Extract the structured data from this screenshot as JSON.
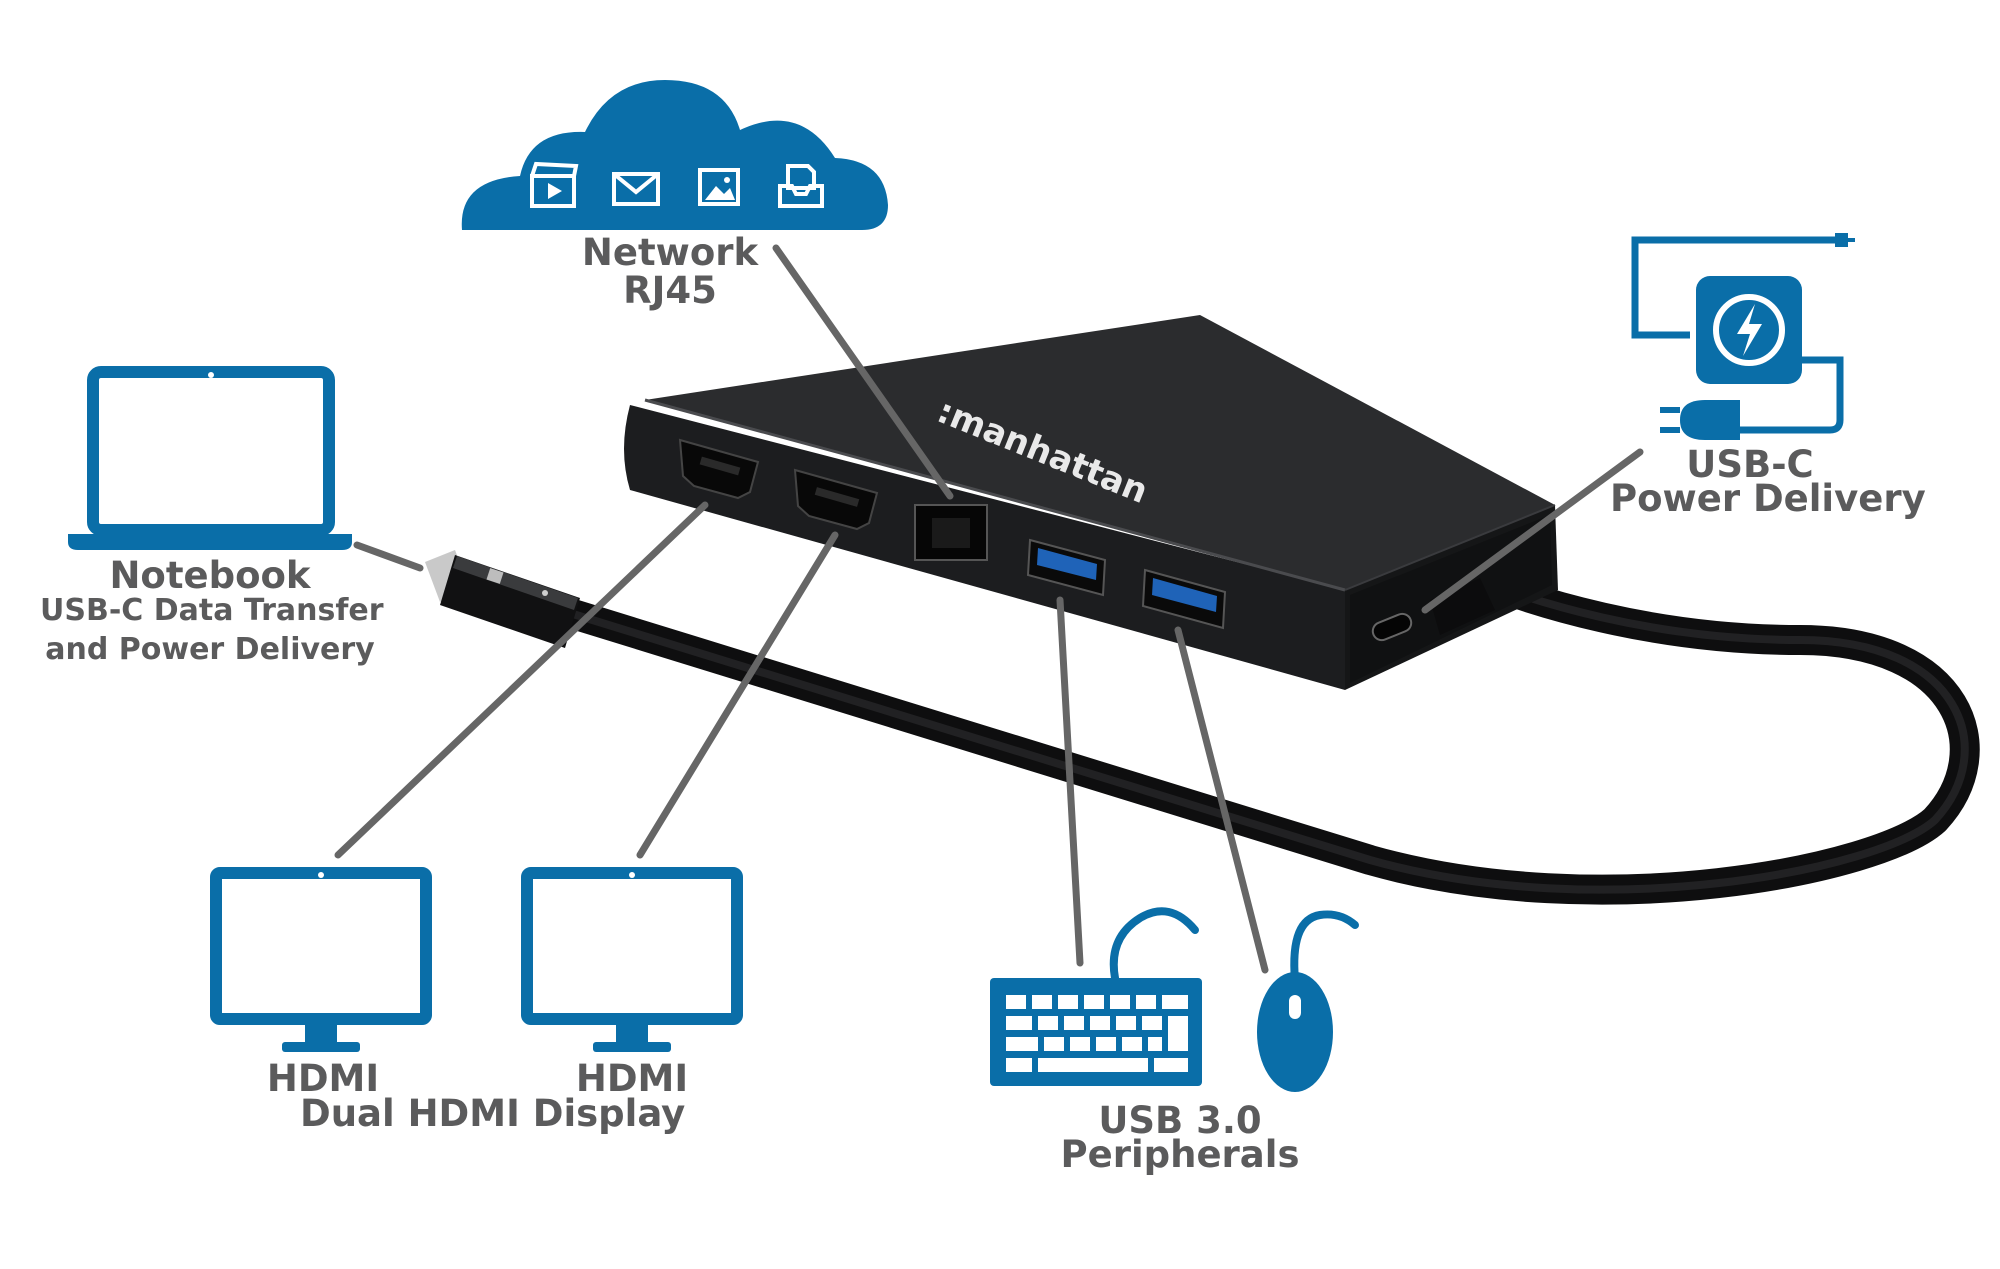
{
  "colors": {
    "accent": "#0a6ea8",
    "label": "#5b5b5c",
    "leader": "#666666",
    "device": "#1f2021",
    "device_top": "#2c2d2f",
    "port": "#0b0b0b",
    "usb_blue": "#1f63b8"
  },
  "device": {
    "brand": ":manhattan"
  },
  "labels": {
    "network_line1": "Network",
    "network_line2": "RJ45",
    "notebook_title": "Notebook",
    "notebook_line1": "USB-C Data Transfer",
    "notebook_line2": "and Power Delivery",
    "power_line1": "USB-C",
    "power_line2": "Power Delivery",
    "hdmi_left": "HDMI",
    "hdmi_right": "HDMI",
    "dual_hdmi": "Dual HDMI Display",
    "usb_line1": "USB 3.0",
    "usb_line2": "Peripherals"
  },
  "icons": {
    "cloud": "cloud-icon",
    "cloud_items": [
      "video-clapper-icon",
      "envelope-icon",
      "image-icon",
      "document-tray-icon"
    ],
    "notebook": "laptop-icon",
    "monitor": "monitor-icon",
    "keyboard": "keyboard-icon",
    "mouse": "mouse-icon",
    "charger": "charger-plug-icon"
  }
}
